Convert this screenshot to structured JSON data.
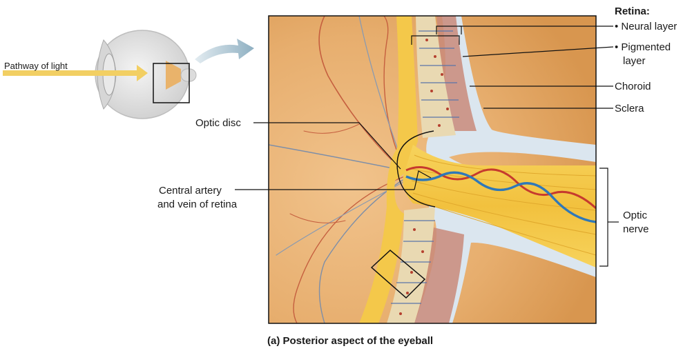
{
  "inset": {
    "pathway_label": "Pathway of light"
  },
  "labels": {
    "retina_heading": "Retina:",
    "neural_layer": "• Neural layer",
    "pigmented_line1": "• Pigmented",
    "pigmented_line2": "layer",
    "choroid": "Choroid",
    "sclera": "Sclera",
    "optic_disc": "Optic disc",
    "central_line1": "Central artery",
    "central_line2": "and vein of retina",
    "optic_line1": "Optic",
    "optic_line2": "nerve"
  },
  "caption": "(a) Posterior aspect of the eyeball",
  "colors": {
    "light_arrow": "#f2cf63",
    "fundus": "#e7ae6e",
    "retina_band": "#f4c84a",
    "sclera": "#d9e4ee",
    "choroid": "#c98a7a",
    "artery": "#c63a2e",
    "vein": "#2f78b8"
  }
}
